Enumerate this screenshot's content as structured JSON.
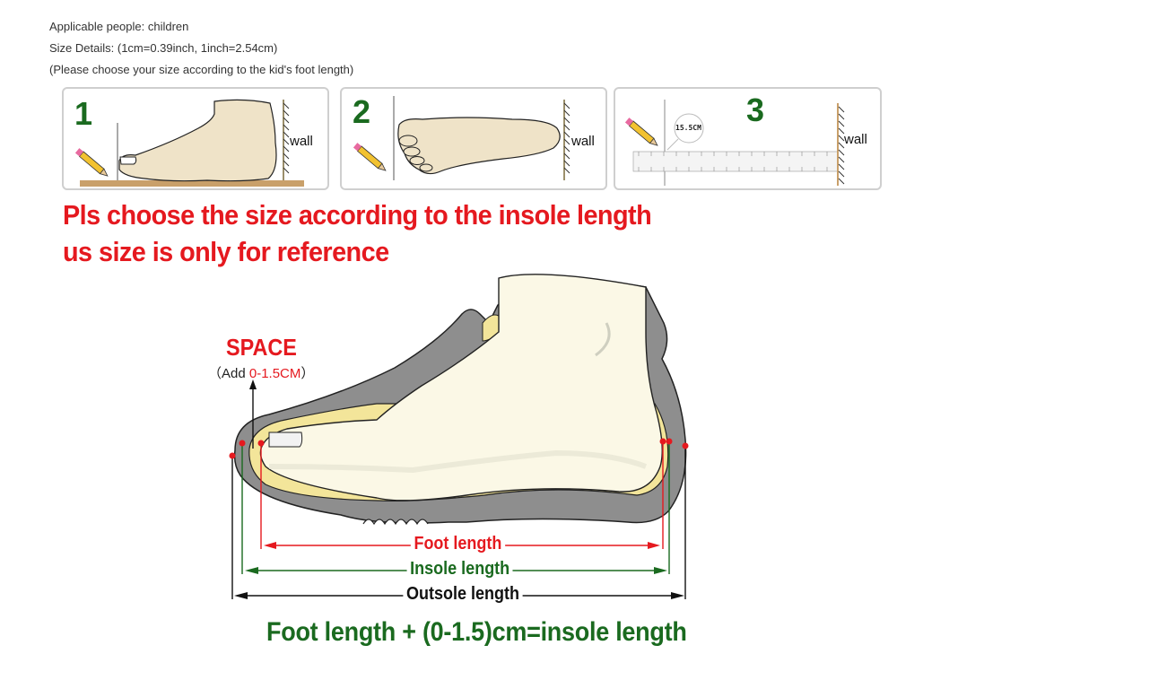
{
  "description": {
    "lines": [
      "Applicable people: children",
      "Size Details: (1cm=0.39inch, 1inch=2.54cm)",
      "(Please choose your size according to the kid's foot length)"
    ]
  },
  "steps": [
    {
      "number": "1",
      "wall_label": "wall",
      "illustration": "foot-side-view-against-wall"
    },
    {
      "number": "2",
      "wall_label": "wall",
      "illustration": "foot-sole-view-against-wall"
    },
    {
      "number": "3",
      "wall_label": "wall",
      "illustration": "ruler-measurement",
      "measurement_badge": "15.5CM"
    }
  ],
  "headline": {
    "line1": "Pls choose the size according to the insole length",
    "line2": "us size is only for reference"
  },
  "diagram": {
    "space_title": "SPACE",
    "space_sub_prefix": "（Add ",
    "space_sub_value": "0-1.5CM",
    "space_sub_suffix": "）",
    "foot_length_label": "Foot length",
    "insole_length_label": "Insole length",
    "outsole_length_label": "Outsole length",
    "formula": "Foot length + (0-1.5)cm=insole length"
  },
  "colors": {
    "red": "#e5191f",
    "green": "#1a6a1f",
    "shoe_gray": "#8e8e8e",
    "foot_cream": "#fbf8e6",
    "insole_yellow": "#f3e59a",
    "skin": "#efe3c8"
  }
}
